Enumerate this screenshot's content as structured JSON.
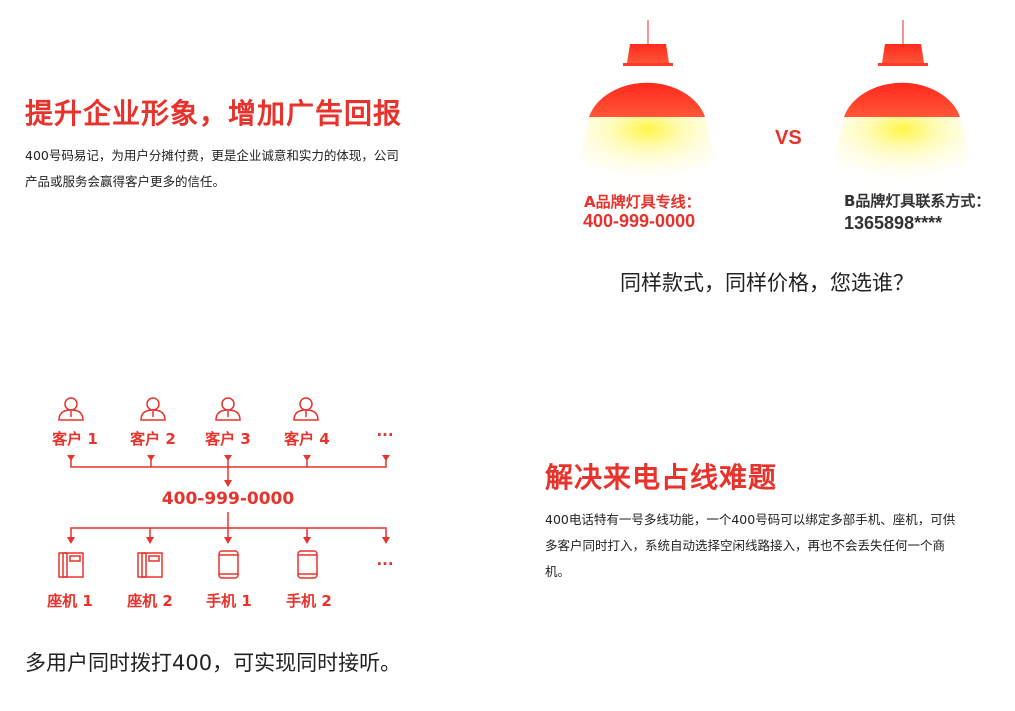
{
  "section1": {
    "title": "提升企业形象，增加广告回报",
    "paragraph_lines": [
      "400号码易记，为用户分摊付费，更是企业诚意和实力的体现，公司",
      "产品或服务会赢得客户更多的信任。"
    ]
  },
  "compare": {
    "vs": "VS",
    "brand_a_label": "A品牌灯具专线：",
    "brand_a_number": "400-999-0000",
    "brand_b_label": "B品牌灯具联系方式：",
    "brand_b_number": "1365898****",
    "caption": "同样款式，同样价格，您选谁？",
    "colors": {
      "red": "#e8322c",
      "lamp": "#ff4a2e",
      "light": "#fff9a0"
    }
  },
  "diagram": {
    "customers": [
      "客户 1",
      "客户 2",
      "客户 3",
      "客户 4"
    ],
    "more": "···",
    "number": "400-999-0000",
    "devices": [
      {
        "label": "座机 1",
        "icon": "desk-phone-icon"
      },
      {
        "label": "座机 2",
        "icon": "desk-phone-icon"
      },
      {
        "label": "手机 1",
        "icon": "mobile-phone-icon"
      },
      {
        "label": "手机 2",
        "icon": "mobile-phone-icon"
      }
    ],
    "caption": "多用户同时拨打400，可实现同时接听。"
  },
  "section2": {
    "title": "解决来电占线难题",
    "paragraph_lines": [
      "400电话特有一号多线功能，一个400号码可以绑定多部手机、座机，可供",
      "多客户同时打入，系统自动选择空闲线路接入，再也不会丢失任何一个商",
      "机。"
    ]
  }
}
